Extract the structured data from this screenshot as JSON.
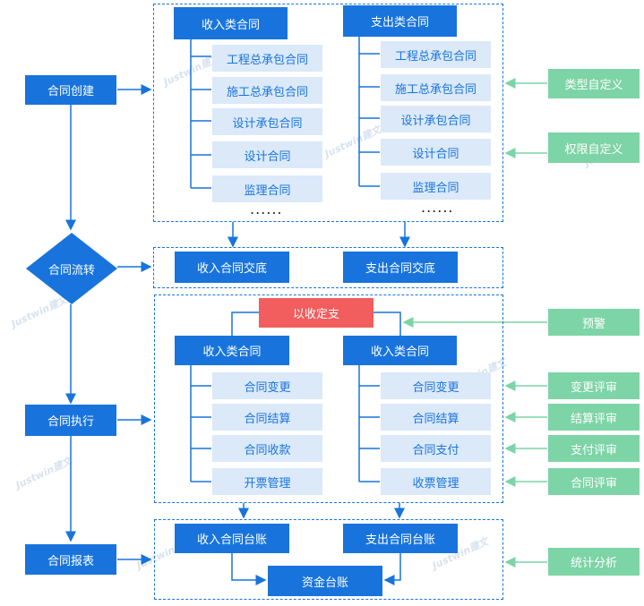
{
  "left_flow": {
    "create": "合同创建",
    "circulate": "合同流转",
    "execute": "合同执行",
    "report": "合同报表"
  },
  "section1": {
    "income_header": "收入类合同",
    "expense_header": "支出类合同",
    "income_items": [
      "工程总承包合同",
      "施工总承包合同",
      "设计承包合同",
      "设计合同",
      "监理合同"
    ],
    "expense_items": [
      "工程总承包合同",
      "施工总承包合同",
      "设计承包合同",
      "设计合同",
      "监理合同"
    ],
    "more": "......"
  },
  "section2": {
    "income_handover": "收入合同交底",
    "expense_handover": "支出合同交底"
  },
  "section3": {
    "principle": "以收定支",
    "left_header": "收入类合同",
    "right_header": "收入类合同",
    "left_items": [
      "合同变更",
      "合同结算",
      "合同收款",
      "开票管理"
    ],
    "right_items": [
      "合同变更",
      "合同结算",
      "合同支付",
      "收票管理"
    ]
  },
  "section4": {
    "income_ledger": "收入合同台账",
    "expense_ledger": "支出合同台账",
    "fund_ledger": "资金台账"
  },
  "right_features": {
    "type_custom": "类型自定义",
    "permission_custom": "权限自定义",
    "warning": "预警",
    "change_review": "变更评审",
    "settlement_review": "结算评审",
    "payment_review": "支付评审",
    "contract_review": "合同评审",
    "statistics": "统计分析"
  },
  "watermark": "Justwin建文",
  "colors": {
    "primary": "#1874dc",
    "light": "#dbe9f9",
    "green": "#7dd4a6",
    "red": "#f25d5d"
  }
}
